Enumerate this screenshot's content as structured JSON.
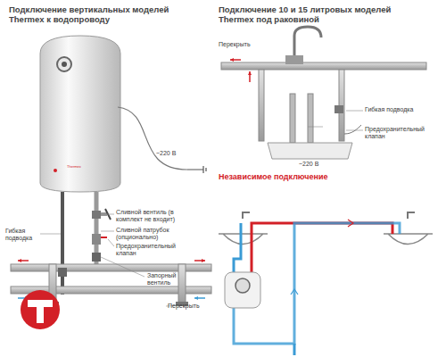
{
  "diagram": {
    "labels": [
      "Подключение вертикальных моделей Thermex к водопроводу",
      "Подключение 10 и 15 литровых моделей Thermex под раковиной",
      "Thermex",
      "~220 В",
      "Сливной вентиль (в комплект не входит)",
      "Сливной патрубок (опционально)",
      "Предохранительный клапан",
      "Гибкая подводка",
      "Запорный вентиль",
      "Перекрыть",
      "Перекрыть",
      "~220 В",
      "Гибкая подводка",
      "Предохранительный клапан",
      "Независимое подключение"
    ]
  }
}
